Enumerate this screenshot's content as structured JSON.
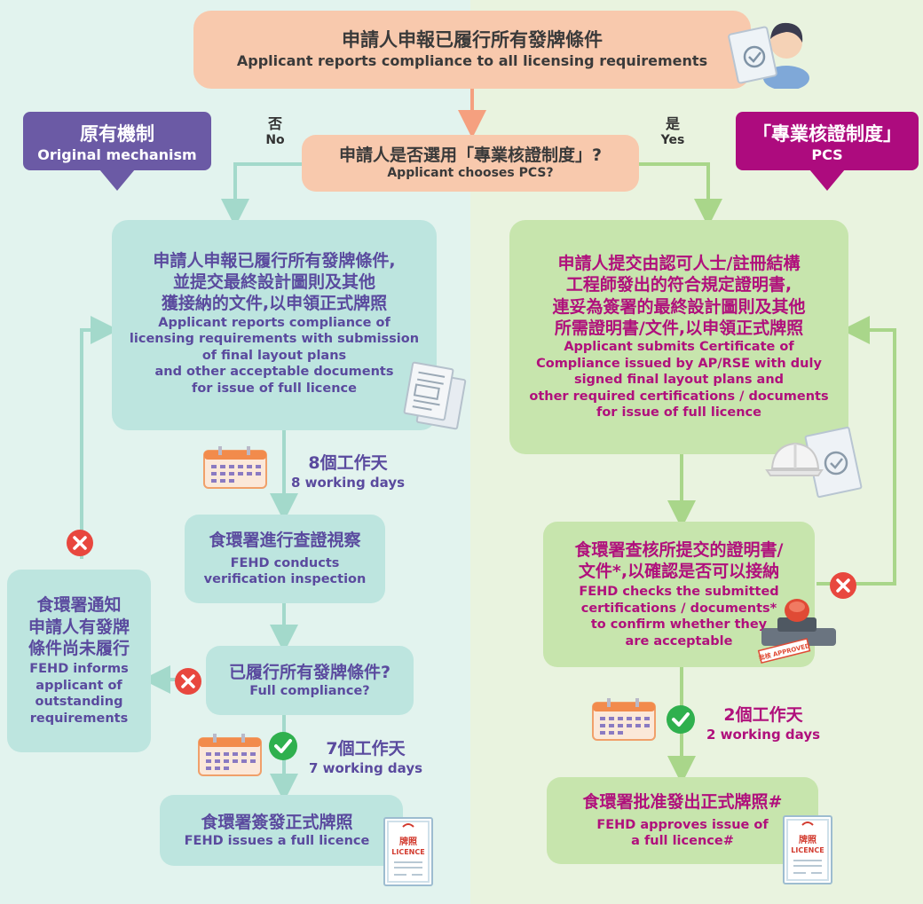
{
  "top_box": {
    "zh": "申請人申報已履行所有發牌條件",
    "en": "Applicant reports compliance to all licensing requirements"
  },
  "decision": {
    "zh": "申請人是否選用「專業核證制度」?",
    "en": "Applicant chooses PCS?"
  },
  "no_label": {
    "zh": "否",
    "en": "No"
  },
  "yes_label": {
    "zh": "是",
    "en": "Yes"
  },
  "left_tag": {
    "zh": "原有機制",
    "en": "Original mechanism",
    "color": "#6b5aa5"
  },
  "right_tag": {
    "zh": "「專業核證制度」",
    "en": "PCS",
    "color": "#ad0b7e"
  },
  "left_flow": {
    "submit": {
      "zh": [
        "申請人申報已履行所有發牌條件,",
        "並提交最終設計圖則及其他",
        "獲接納的文件,以申領正式牌照"
      ],
      "en": [
        "Applicant reports compliance of",
        "licensing requirements with submission",
        "of final layout plans",
        "and other acceptable documents",
        "for issue of full licence"
      ]
    },
    "days1": {
      "zh": "8個工作天",
      "en": "8 working days"
    },
    "inspect": {
      "zh": "食環署進行查證視察",
      "en": [
        "FEHD conducts",
        "verification inspection"
      ]
    },
    "compliance": {
      "zh": "已履行所有發牌條件?",
      "en": "Full compliance?"
    },
    "inform": {
      "zh": [
        "食環署通知",
        "申請人有發牌",
        "條件尚未履行"
      ],
      "en": [
        "FEHD informs",
        "applicant of",
        "outstanding",
        "requirements"
      ]
    },
    "days2": {
      "zh": "7個工作天",
      "en": "7 working days"
    },
    "issue": {
      "zh": "食環署簽發正式牌照",
      "en": "FEHD issues a full licence"
    }
  },
  "right_flow": {
    "submit": {
      "zh": [
        "申請人提交由認可人士/註冊結構",
        "工程師發出的符合規定證明書,",
        "連妥為簽署的最終設計圖則及其他",
        "所需證明書/文件,以申領正式牌照"
      ],
      "en": [
        "Applicant submits Certificate of",
        "Compliance issued by AP/RSE with duly",
        "signed final layout plans and",
        "other required certifications / documents",
        "for issue of full licence"
      ]
    },
    "check": {
      "zh": [
        "食環署查核所提交的證明書/",
        "文件*,以確認是否可以接納"
      ],
      "en": [
        "FEHD checks the submitted",
        "certifications / documents*",
        "to confirm whether they",
        "are acceptable"
      ]
    },
    "days": {
      "zh": "2個工作天",
      "en": "2 working days"
    },
    "approve": {
      "zh": "食環署批准發出正式牌照#",
      "en": [
        "FEHD approves issue of",
        "a full licence#"
      ]
    }
  },
  "licence_icon": {
    "zh": "牌照",
    "en": "LICENCE"
  },
  "stamp_text": "批核 APPROVED",
  "colors": {
    "arrow_salmon": "#f5a07f",
    "arrow_teal": "#a3d9cb",
    "arrow_green": "#a9d68a",
    "cross": "#e8473e",
    "check": "#2fb04e",
    "left_text": "#5a4a9e",
    "right_text": "#b0107c"
  }
}
